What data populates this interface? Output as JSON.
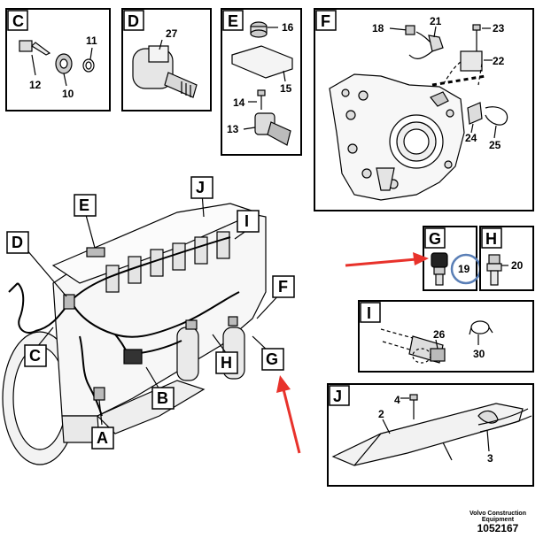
{
  "panels": {
    "C": {
      "letter": "C",
      "parts": {
        "p11": "11",
        "p12": "12",
        "p10": "10"
      }
    },
    "D": {
      "letter": "D",
      "parts": {
        "p27": "27"
      }
    },
    "E": {
      "letter": "E",
      "parts": {
        "p16": "16",
        "p15": "15",
        "p14": "14",
        "p13": "13"
      }
    },
    "F": {
      "letter": "F",
      "parts": {
        "p18": "18",
        "p21": "21",
        "p23": "23",
        "p22": "22",
        "p24": "24",
        "p25": "25"
      }
    },
    "G": {
      "letter": "G",
      "parts": {
        "p19": "19"
      }
    },
    "H": {
      "letter": "H",
      "parts": {
        "p20": "20"
      }
    },
    "I": {
      "letter": "I",
      "parts": {
        "p26": "26",
        "p30": "30"
      }
    },
    "J": {
      "letter": "J",
      "parts": {
        "p4": "4",
        "p2": "2",
        "p3": "3"
      }
    }
  },
  "engine_callouts": {
    "A": "A",
    "B": "B",
    "C": "C",
    "D": "D",
    "E": "E",
    "F": "F",
    "G": "G",
    "H": "H",
    "I": "I",
    "J": "J"
  },
  "footer": {
    "brand_line1": "Volvo Construction",
    "brand_line2": "Equipment",
    "code": "1052167"
  },
  "colors": {
    "arrow": "#e8322b",
    "highlight_circle": "#5a7fb6",
    "line": "#000000"
  }
}
